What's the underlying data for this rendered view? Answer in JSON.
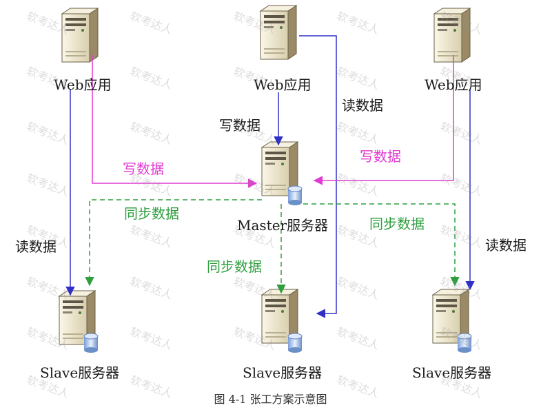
{
  "nodes": {
    "web1": "Web应用",
    "web2": "Web应用",
    "web3": "Web应用",
    "master": "Master服务器",
    "slave1": "Slave服务器",
    "slave2": "Slave服务器",
    "slave3": "Slave服务器"
  },
  "edges": {
    "write_center": "写数据",
    "write_left": "写数据",
    "write_right": "写数据",
    "read_center": "读数据",
    "read_left": "读数据",
    "read_right": "读数据",
    "sync_left": "同步数据",
    "sync_center": "同步数据",
    "sync_right": "同步数据"
  },
  "caption": "图 4-1  张工方案示意图",
  "watermark": "软考达人",
  "colors": {
    "read": "#3030c8",
    "write_cross": "#e23ad3",
    "sync": "#2e9e3e",
    "server_body": "#ece4c8",
    "server_side": "#9a8a66"
  },
  "icons": {
    "server": "server-tower-icon",
    "database": "database-cylinder-icon"
  }
}
